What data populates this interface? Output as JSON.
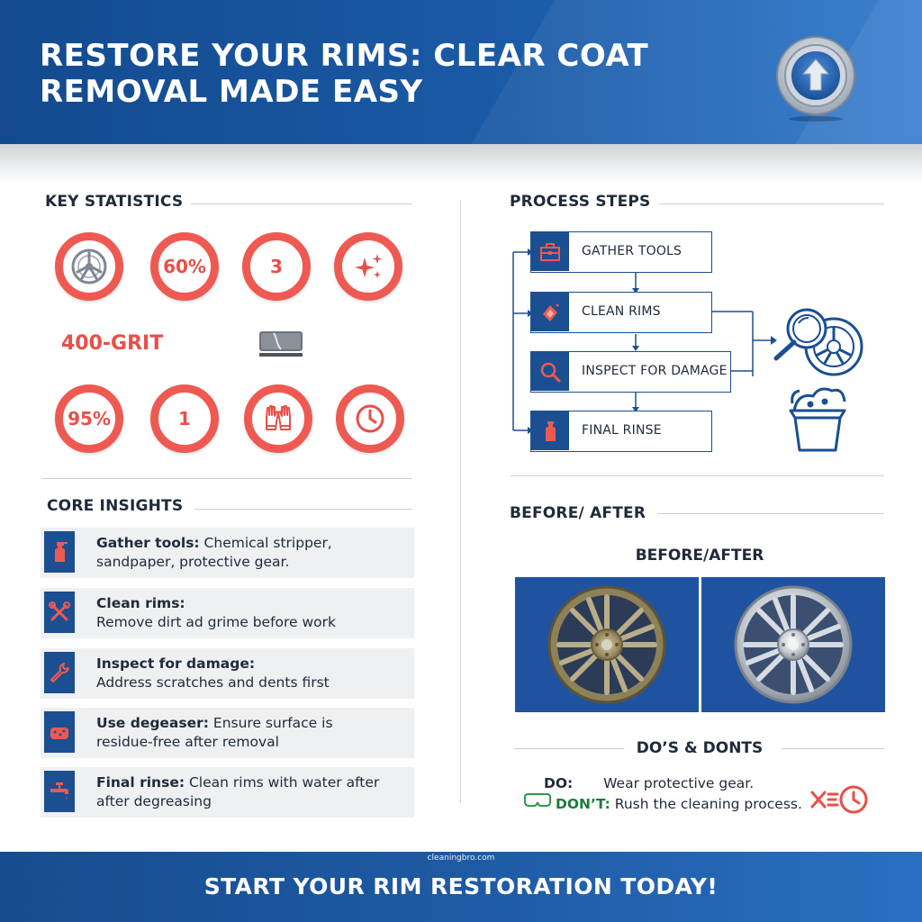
{
  "header": {
    "title_line1": "RESTORE YOUR RIMS: CLEAR COAT",
    "title_line2": "REMOVAL MADE EASY",
    "logo_icon": "upload-arrow-rim-icon"
  },
  "key_statistics": {
    "heading": "KEY STATISTICS",
    "row1": [
      {
        "icon": "rim-icon"
      },
      {
        "value": "60%"
      },
      {
        "value": "3"
      },
      {
        "icon": "sparkle-icon"
      }
    ],
    "row2": [
      {
        "value": "400-GRIT"
      },
      {
        "icon": "sandpaper-icon"
      }
    ],
    "row3": [
      {
        "value": "95%"
      },
      {
        "value": "1"
      },
      {
        "icon": "gloves-icon"
      },
      {
        "icon": "clock-icon"
      }
    ]
  },
  "core_insights": {
    "heading": "CORE INSIGHTS",
    "items": [
      {
        "icon": "spray-bottle-icon",
        "bold": "Gather tools:",
        "line1": " Chemical stripper,",
        "line2": "sandpaper, protective gear."
      },
      {
        "icon": "tools-icon",
        "bold": "Clean rims:",
        "line1": "",
        "line2": "Remove dirt ad grime before work"
      },
      {
        "icon": "wrench-icon",
        "bold": "Inspect for damage:",
        "line1": "",
        "line2": "Address scratches and dents first"
      },
      {
        "icon": "sponge-icon",
        "bold": "Use degeaser:",
        "line1": " Ensure surface is",
        "line2": "residue-free after removal"
      },
      {
        "icon": "faucet-icon",
        "bold": "Final rinse:",
        "line1": " Clean rims with water after",
        "line2": "after degreasing"
      }
    ]
  },
  "process_steps": {
    "heading": "PROCESS STEPS",
    "steps": [
      {
        "icon": "toolbox-icon",
        "label": "GATHER TOOLS"
      },
      {
        "icon": "cleaning-icon",
        "label": "CLEAN RIMS"
      },
      {
        "icon": "magnifier-icon",
        "label": "INSPECT FOR DAMAGE"
      },
      {
        "icon": "spray-bottle-icon",
        "label": "FINAL RINSE"
      }
    ]
  },
  "before_after": {
    "heading": "BEFORE/ AFTER",
    "subheading": "BEFORE/AFTER"
  },
  "dos_donts": {
    "heading": "DO’S & DONTS",
    "do_key": "DO:",
    "do_text": "Wear protective gear.",
    "dont_key": "DON’T:",
    "dont_text": "Rush the cleaning process."
  },
  "footer": {
    "watermark": "cleaningbro.com",
    "cta": "START YOUR RIM RESTORATION TODAY!"
  },
  "colors": {
    "brand_blue": "#1b4f91",
    "accent_red": "#ee5a52",
    "dont_green": "#1d7a3a"
  }
}
